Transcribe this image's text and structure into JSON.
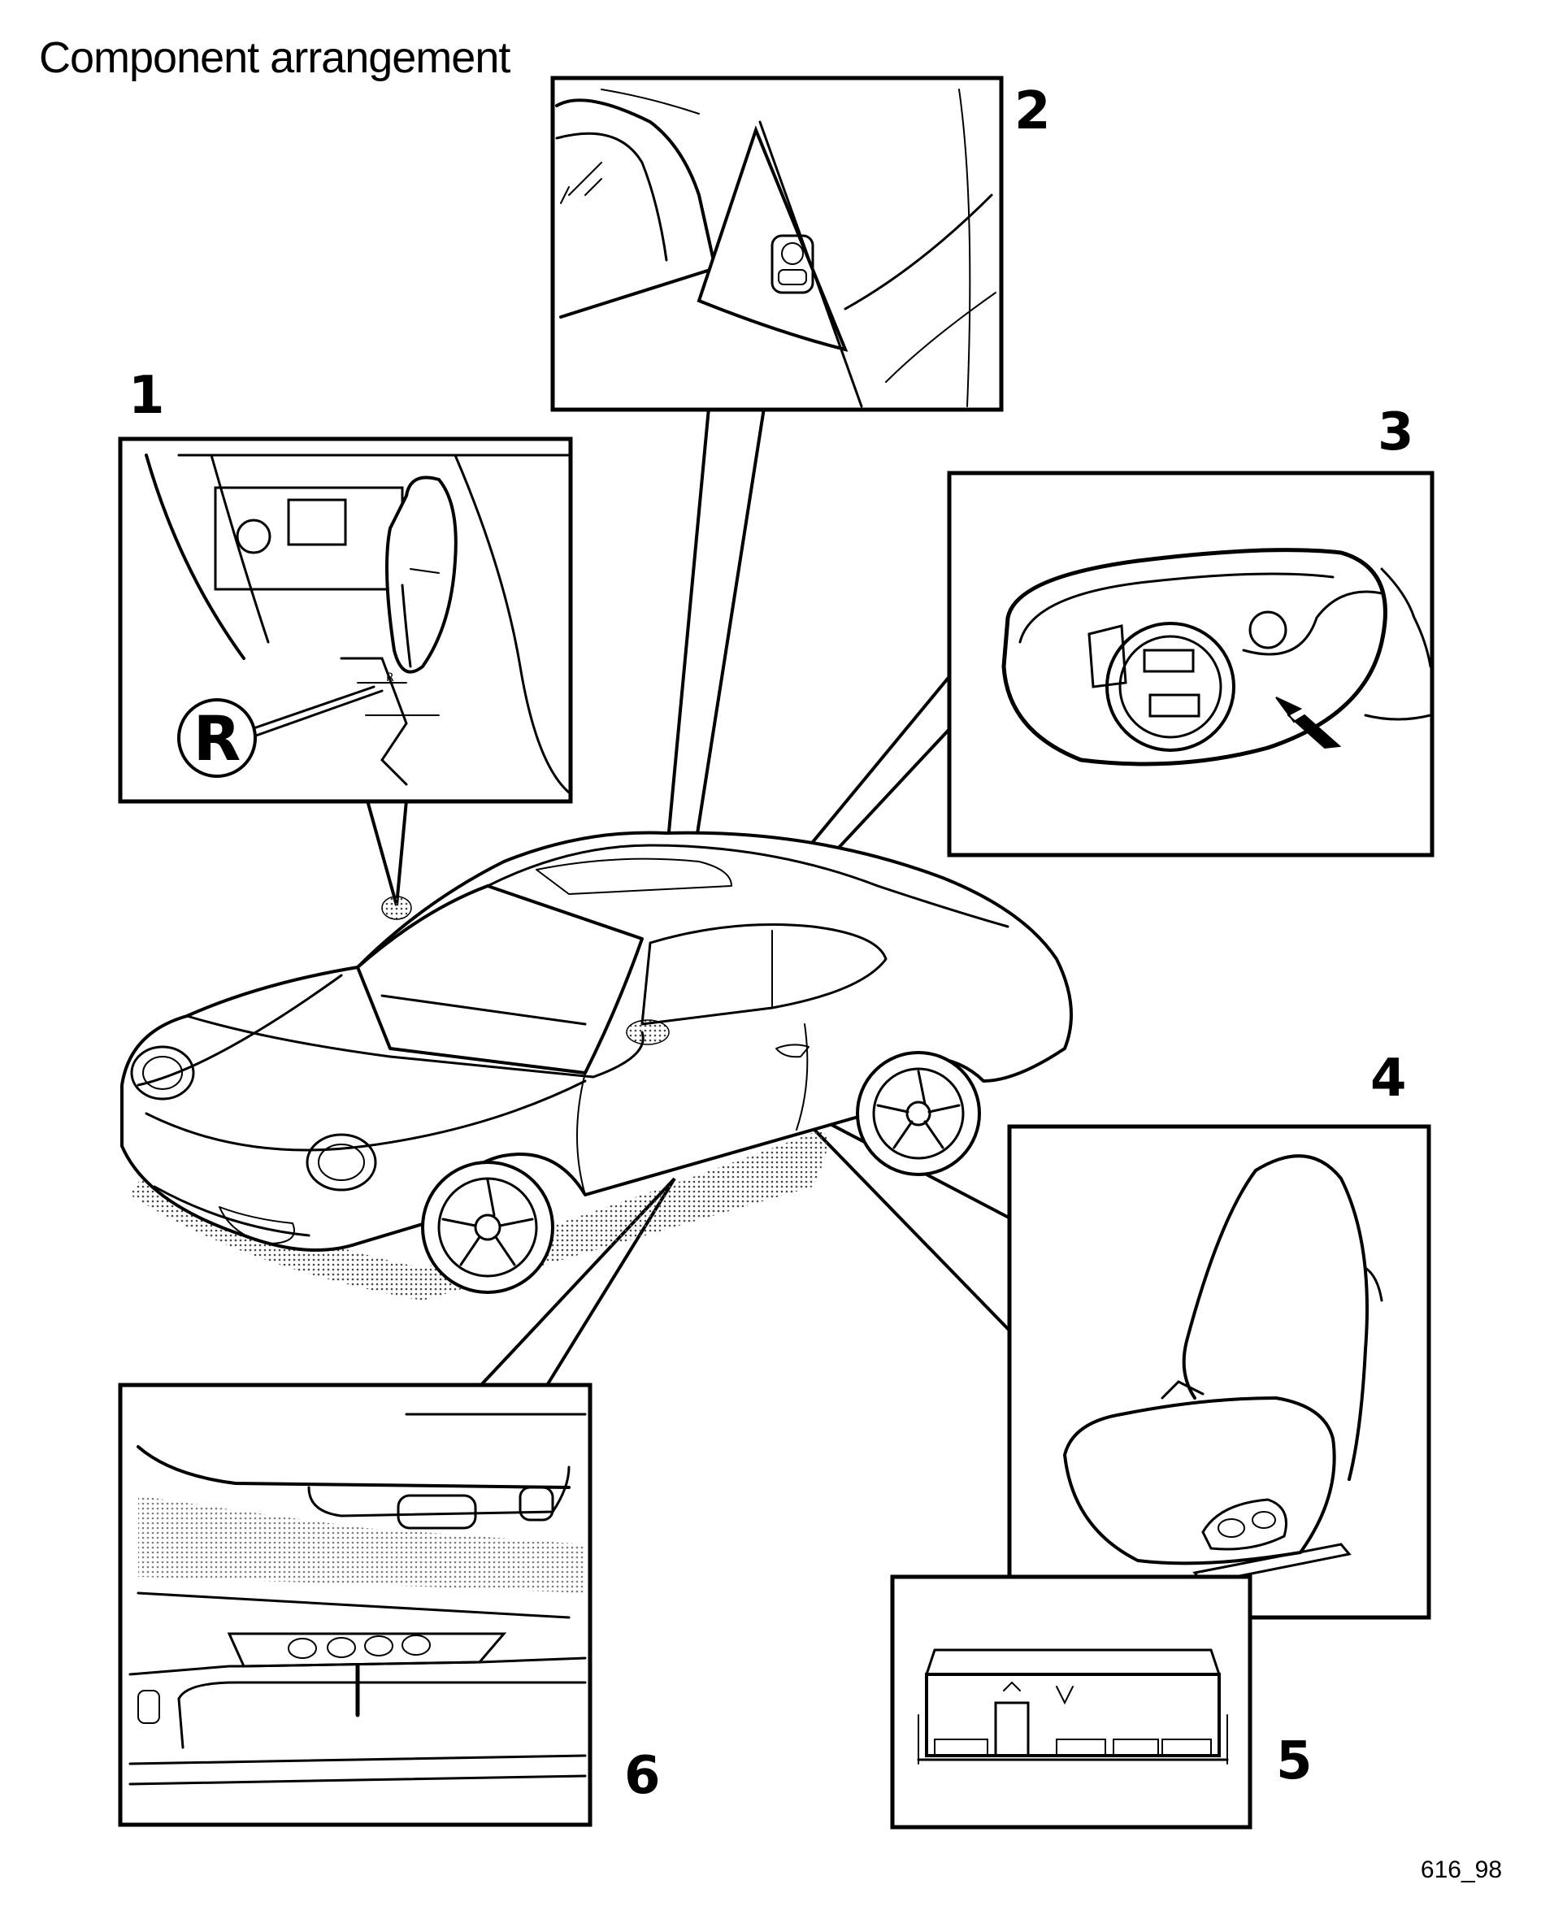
{
  "title": "Component arrangement",
  "figure_code": "616_98",
  "callouts": [
    {
      "number": "1"
    },
    {
      "number": "2"
    },
    {
      "number": "3"
    },
    {
      "number": "4"
    },
    {
      "number": "5"
    },
    {
      "number": "6"
    }
  ],
  "selector_label": "R",
  "colors": {
    "ink": "#000000",
    "paper": "#ffffff",
    "stipple": "#9a9a9a"
  }
}
